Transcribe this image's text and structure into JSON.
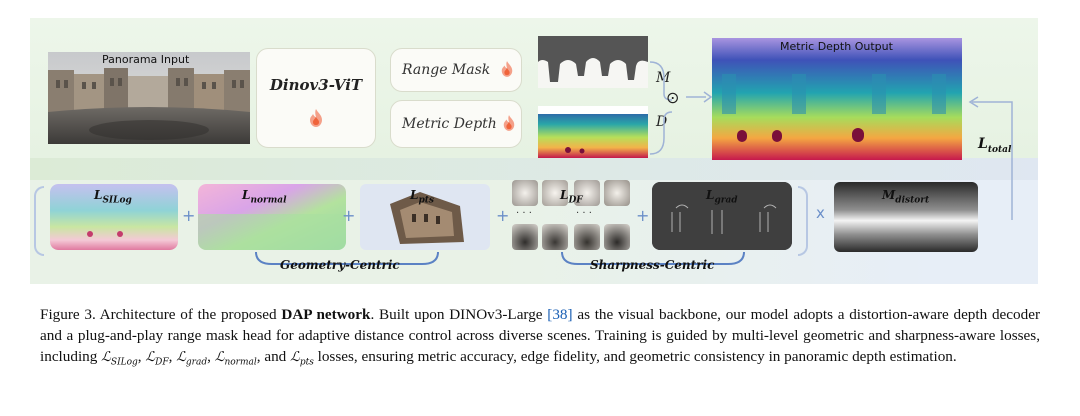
{
  "diagram": {
    "panorama_label": "Panorama Input",
    "encoder_label": "Dinov3-ViT",
    "range_mask_label": "Range Mask",
    "metric_depth_label": "Metric Depth",
    "m_label": "M",
    "d_label": "D",
    "output_label": "Metric Depth Output",
    "total_loss": "L",
    "total_loss_sub": "total",
    "loss_silog": "L",
    "loss_silog_sub": "SILog",
    "loss_normal": "L",
    "loss_normal_sub": "normal",
    "loss_pts": "L",
    "loss_pts_sub": "pts",
    "loss_df": "L",
    "loss_df_sub": "DF",
    "loss_grad": "L",
    "loss_grad_sub": "grad",
    "distort": "M",
    "distort_sub": "distort",
    "geometry_centric": "Geometry-Centric",
    "sharpness_centric": "Sharpness-Centric",
    "times": "x",
    "plus": "+",
    "odot": "⊙",
    "ellipsis": "· · ·",
    "colors": {
      "accent_blue": "#6b8fc9",
      "flame": "#f0633a"
    }
  },
  "caption": {
    "prefix": "Figure 3.  Architecture of the proposed ",
    "bold": "DAP network",
    "part1": ".  Built upon DINOv3-Large ",
    "ref": "[38]",
    "part2": " as the visual backbone, our model adopts a distortion-aware depth decoder and a plug-and-play range mask head for adaptive distance control across diverse scenes.  Training is guided by multi-level geometric and sharpness-aware losses, including ",
    "m1": "SILog",
    "m2": "DF",
    "m3": "grad",
    "m4": "normal",
    "m5": "pts",
    "part3": " losses, ensuring metric accuracy, edge fidelity, and geometric consistency in panoramic depth estimation.",
    "sep": ", ",
    "and": ", and ",
    "script_l": "ℒ"
  }
}
